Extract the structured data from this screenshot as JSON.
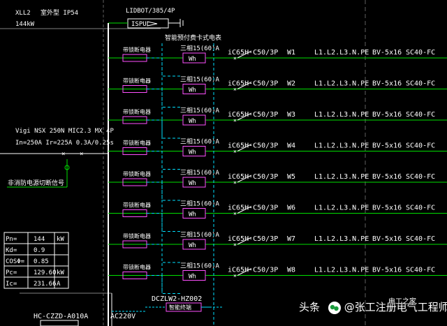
{
  "header": {
    "left_top": "XLL2",
    "left_top2": "室外型  IP54",
    "left_kw": "144kW",
    "spd_type": "LIDBOT/385/4P",
    "spd_label": "ISPU"
  },
  "meter_header": "智能预付费卡式电表",
  "breaker_main": {
    "line1": "Vigi NSX 250N MIC2.3 MX 4P",
    "line2": "In=250A  Ir=225A  0.3A/0.25s",
    "fire_cut": "非消防电源切断信号"
  },
  "params": [
    {
      "name": "Pn=",
      "value": "144",
      "unit": "kW"
    },
    {
      "name": "Kd=",
      "value": "0.9",
      "unit": ""
    },
    {
      "name": "COSΦ=",
      "value": "0.85",
      "unit": ""
    },
    {
      "name": "Pc=",
      "value": "129.60",
      "unit": "kW"
    },
    {
      "name": "Ic=",
      "value": "231.66",
      "unit": "A"
    }
  ],
  "circuits": [
    {
      "aux": "带锁断电器",
      "meter_rating": "三相15(60)A",
      "meter_box": "Wh",
      "breaker": "iC65H-C50/3P",
      "id": "W1",
      "phases": "L1.L2.L3.N.PE",
      "cable": "BV-5x16",
      "conduit": "SC40-FC"
    },
    {
      "aux": "带锁断电器",
      "meter_rating": "三相15(60)A",
      "meter_box": "Wh",
      "breaker": "iC65H-C50/3P",
      "id": "W2",
      "phases": "L1.L2.L3.N.PE",
      "cable": "BV-5x16",
      "conduit": "SC40-FC"
    },
    {
      "aux": "带锁断电器",
      "meter_rating": "三相15(60)A",
      "meter_box": "Wh",
      "breaker": "iC65H-C50/3P",
      "id": "W3",
      "phases": "L1.L2.L3.N.PE",
      "cable": "BV-5x16",
      "conduit": "SC40-FC"
    },
    {
      "aux": "带锁断电器",
      "meter_rating": "三相15(60)A",
      "meter_box": "Wh",
      "breaker": "iC65H-C50/3P",
      "id": "W4",
      "phases": "L1.L2.L3.N.PE",
      "cable": "BV-5x16",
      "conduit": "SC40-FC"
    },
    {
      "aux": "带锁断电器",
      "meter_rating": "三相15(60)A",
      "meter_box": "Wh",
      "breaker": "iC65H-C50/3P",
      "id": "W5",
      "phases": "L1.L2.L3.N.PE",
      "cable": "BV-5x16",
      "conduit": "SC40-FC"
    },
    {
      "aux": "带锁断电器",
      "meter_rating": "三相15(60)A",
      "meter_box": "Wh",
      "breaker": "iC65H-C50/3P",
      "id": "W6",
      "phases": "L1.L2.L3.N.PE",
      "cable": "BV-5x16",
      "conduit": "SC40-FC"
    },
    {
      "aux": "带锁断电器",
      "meter_rating": "三相15(60)A",
      "meter_box": "Wh",
      "breaker": "iC65H-C50/3P",
      "id": "W7",
      "phases": "L1.L2.L3.N.PE",
      "cable": "BV-5x16",
      "conduit": "SC40-FC"
    },
    {
      "aux": "带锁断电器",
      "meter_rating": "三相15(60)A",
      "meter_box": "Wh",
      "breaker": "iC65H-C50/3P",
      "id": "W8",
      "phases": "L1.L2.L3.N.PE",
      "cable": "BV-5x16",
      "conduit": "SC40-FC"
    }
  ],
  "footer": {
    "cabinet": "HC-CZZD-A010A",
    "ac": "AC220V",
    "concentrator": "DCZLW2-HZ002",
    "concentrator_box": "智能终端"
  },
  "watermark": {
    "prefix": "头条",
    "handle": "@张工注册电气工程师",
    "logo_text": "电工之家"
  },
  "colors": {
    "background": "#000000",
    "text": "#ffffff",
    "bus": "#ffffff",
    "line": "#00e000",
    "meter": "#ff50ff",
    "breaker": "#00e0ff",
    "dash": "#00e0ff",
    "grid": "#808080"
  }
}
